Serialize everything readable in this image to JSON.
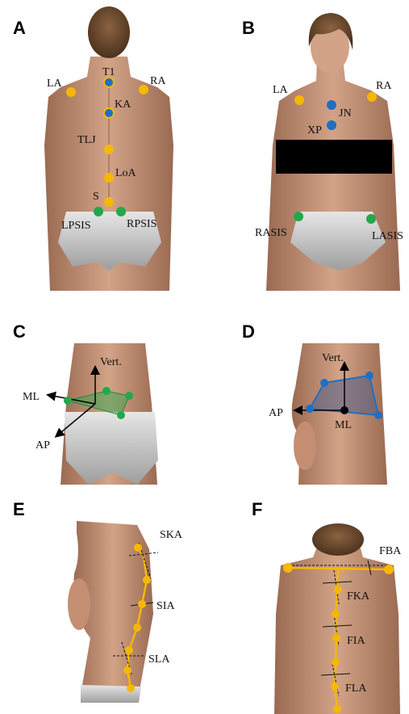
{
  "panels": {
    "A": {
      "letter": "A",
      "labels": {
        "t1": "T1",
        "ka": "KA",
        "la": "LA",
        "ra": "RA",
        "tlj": "TLJ",
        "loa": "LoA",
        "s": "S",
        "lpsis": "LPSIS",
        "rpsis": "RPSIS"
      }
    },
    "B": {
      "letter": "B",
      "labels": {
        "la": "LA",
        "ra": "RA",
        "jn": "JN",
        "xp": "XP",
        "rasis": "RASIS",
        "lasis": "LASIS"
      }
    },
    "C": {
      "letter": "C",
      "labels": {
        "vert": "Vert.",
        "ml": "ML",
        "ap": "AP"
      }
    },
    "D": {
      "letter": "D",
      "labels": {
        "vert": "Vert.",
        "ap": "AP",
        "ml": "ML"
      }
    },
    "E": {
      "letter": "E",
      "labels": {
        "ska": "SKA",
        "sia": "SIA",
        "sla": "SLA"
      }
    },
    "F": {
      "letter": "F",
      "labels": {
        "fba": "FBA",
        "fka": "FKA",
        "fia": "FIA",
        "fla": "FLA"
      }
    }
  },
  "colors": {
    "marker_yellow": "#f5b800",
    "marker_blue": "#1f6fc4",
    "marker_green": "#22a84a",
    "skin": "#c9967a",
    "skin_dark": "#a8765c",
    "hair": "#6b4a2e",
    "briefs": "#c7c7c7",
    "censor": "#000000"
  }
}
